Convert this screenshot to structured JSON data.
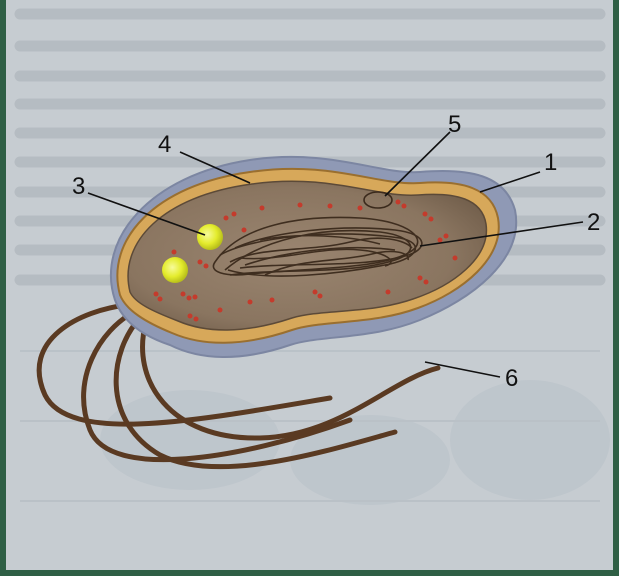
{
  "labels": {
    "n1": "1",
    "n2": "2",
    "n3": "3",
    "n4": "4",
    "n5": "5",
    "n6": "6"
  },
  "colors": {
    "background": "#c6ccd1",
    "frame": "#2f5f45",
    "capsule": "#8f99b5",
    "cell_wall": "#d7a85a",
    "cytoplasm": "#8b7863",
    "flagella": "#5a3a22",
    "granules": "#e4ec2d",
    "ribosomes": "#c43b2c"
  },
  "icons": {
    "capsule": "capsule-icon",
    "nucleoid": "nucleoid-icon",
    "inclusion": "inclusion-granule-icon",
    "flagellum": "flagellum-icon"
  }
}
